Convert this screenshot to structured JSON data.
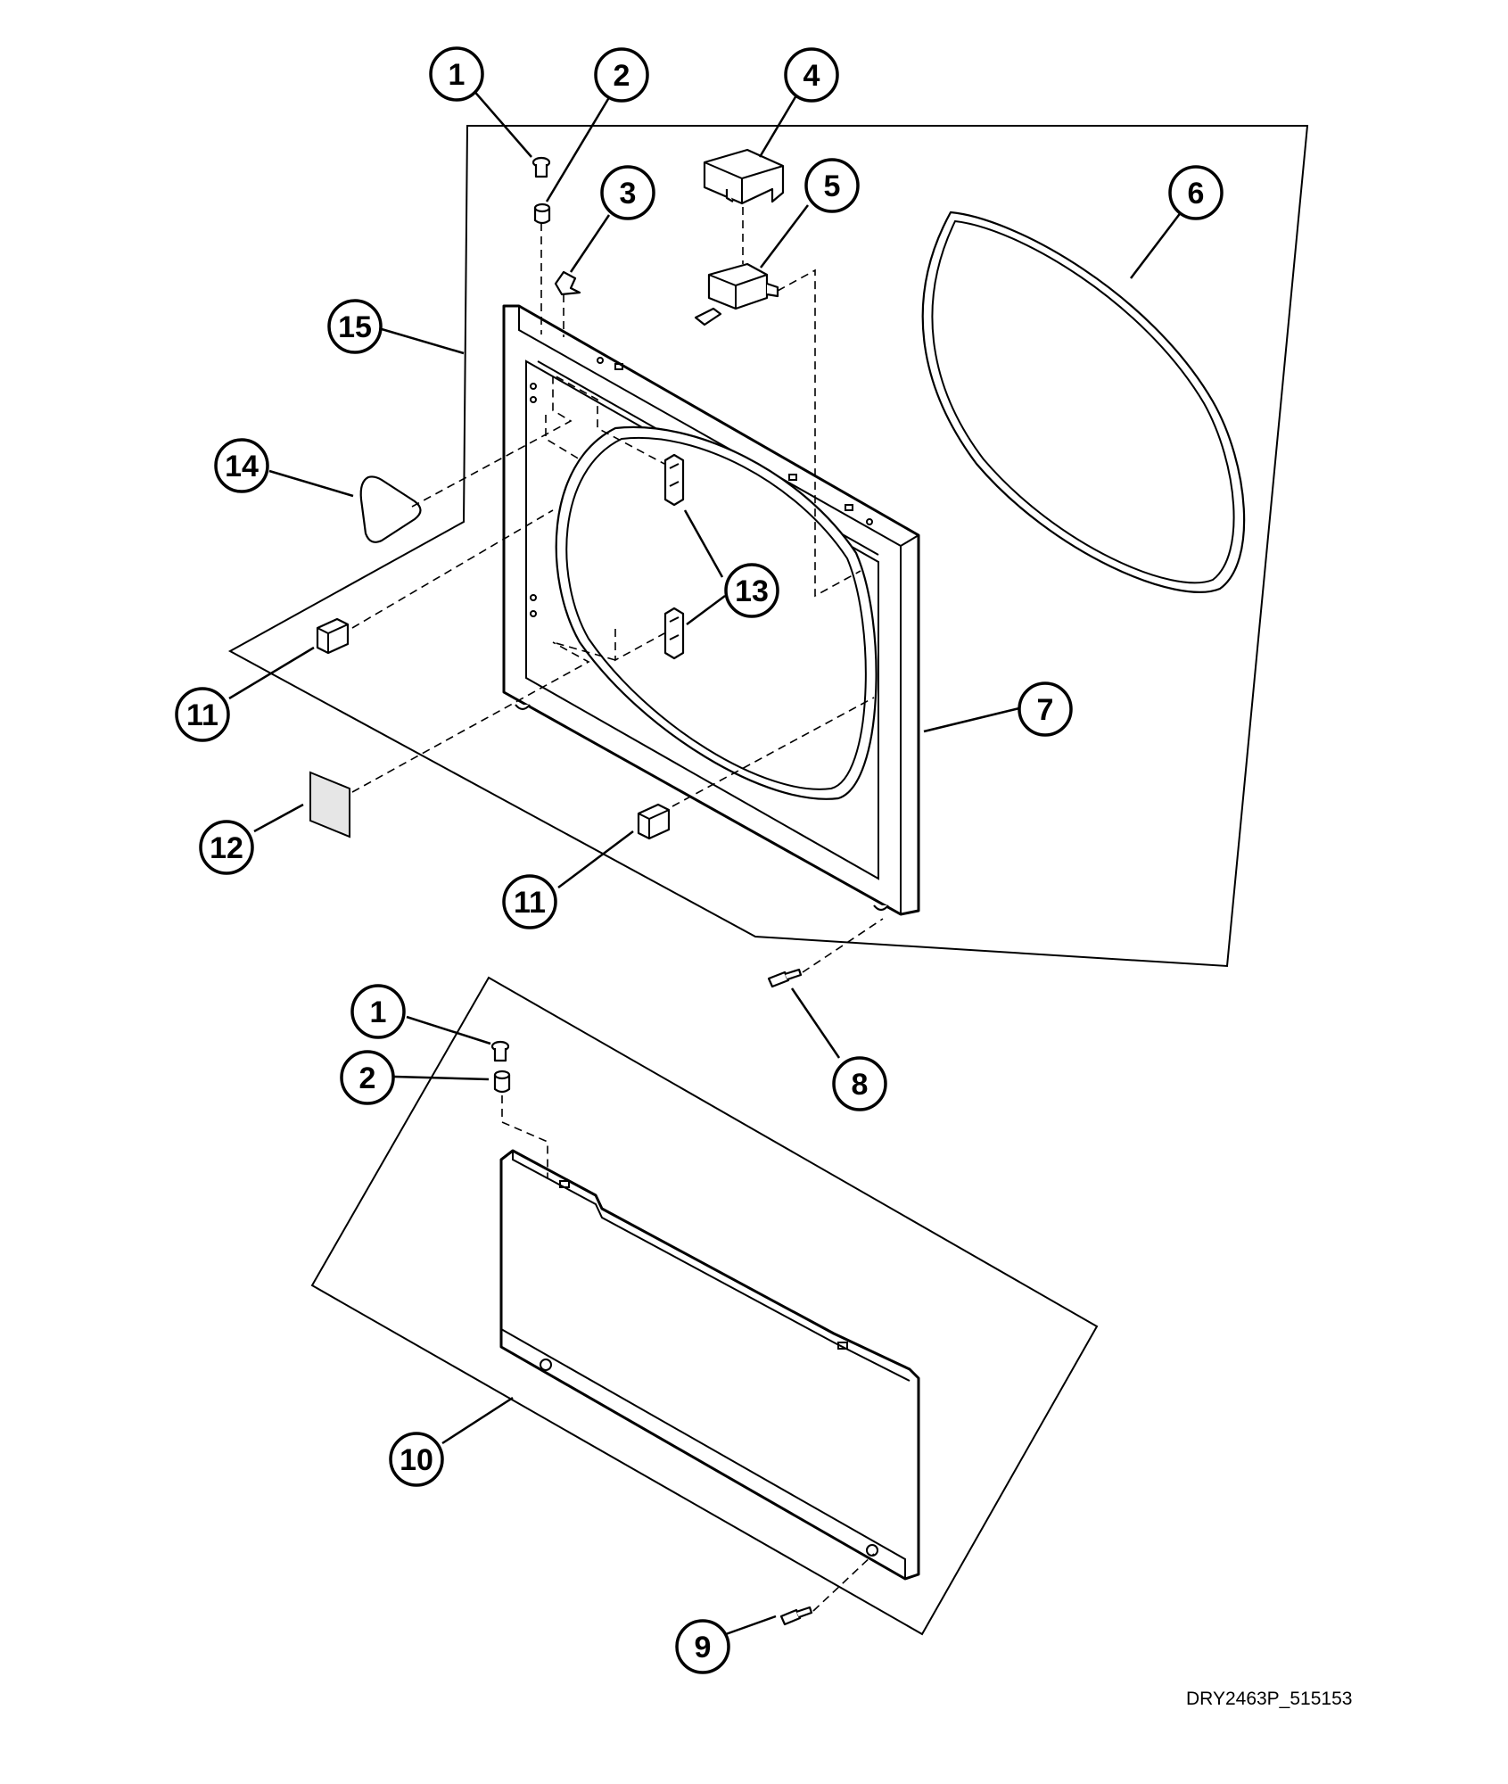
{
  "diagram": {
    "drawing_code": "DRY2463P_515153",
    "callouts": [
      {
        "label": "1"
      },
      {
        "label": "2"
      },
      {
        "label": "3"
      },
      {
        "label": "4"
      },
      {
        "label": "5"
      },
      {
        "label": "6"
      },
      {
        "label": "15"
      },
      {
        "label": "14"
      },
      {
        "label": "13"
      },
      {
        "label": "11"
      },
      {
        "label": "7"
      },
      {
        "label": "12"
      },
      {
        "label": "11"
      },
      {
        "label": "1"
      },
      {
        "label": "2"
      },
      {
        "label": "8"
      },
      {
        "label": "10"
      },
      {
        "label": "9"
      }
    ]
  }
}
